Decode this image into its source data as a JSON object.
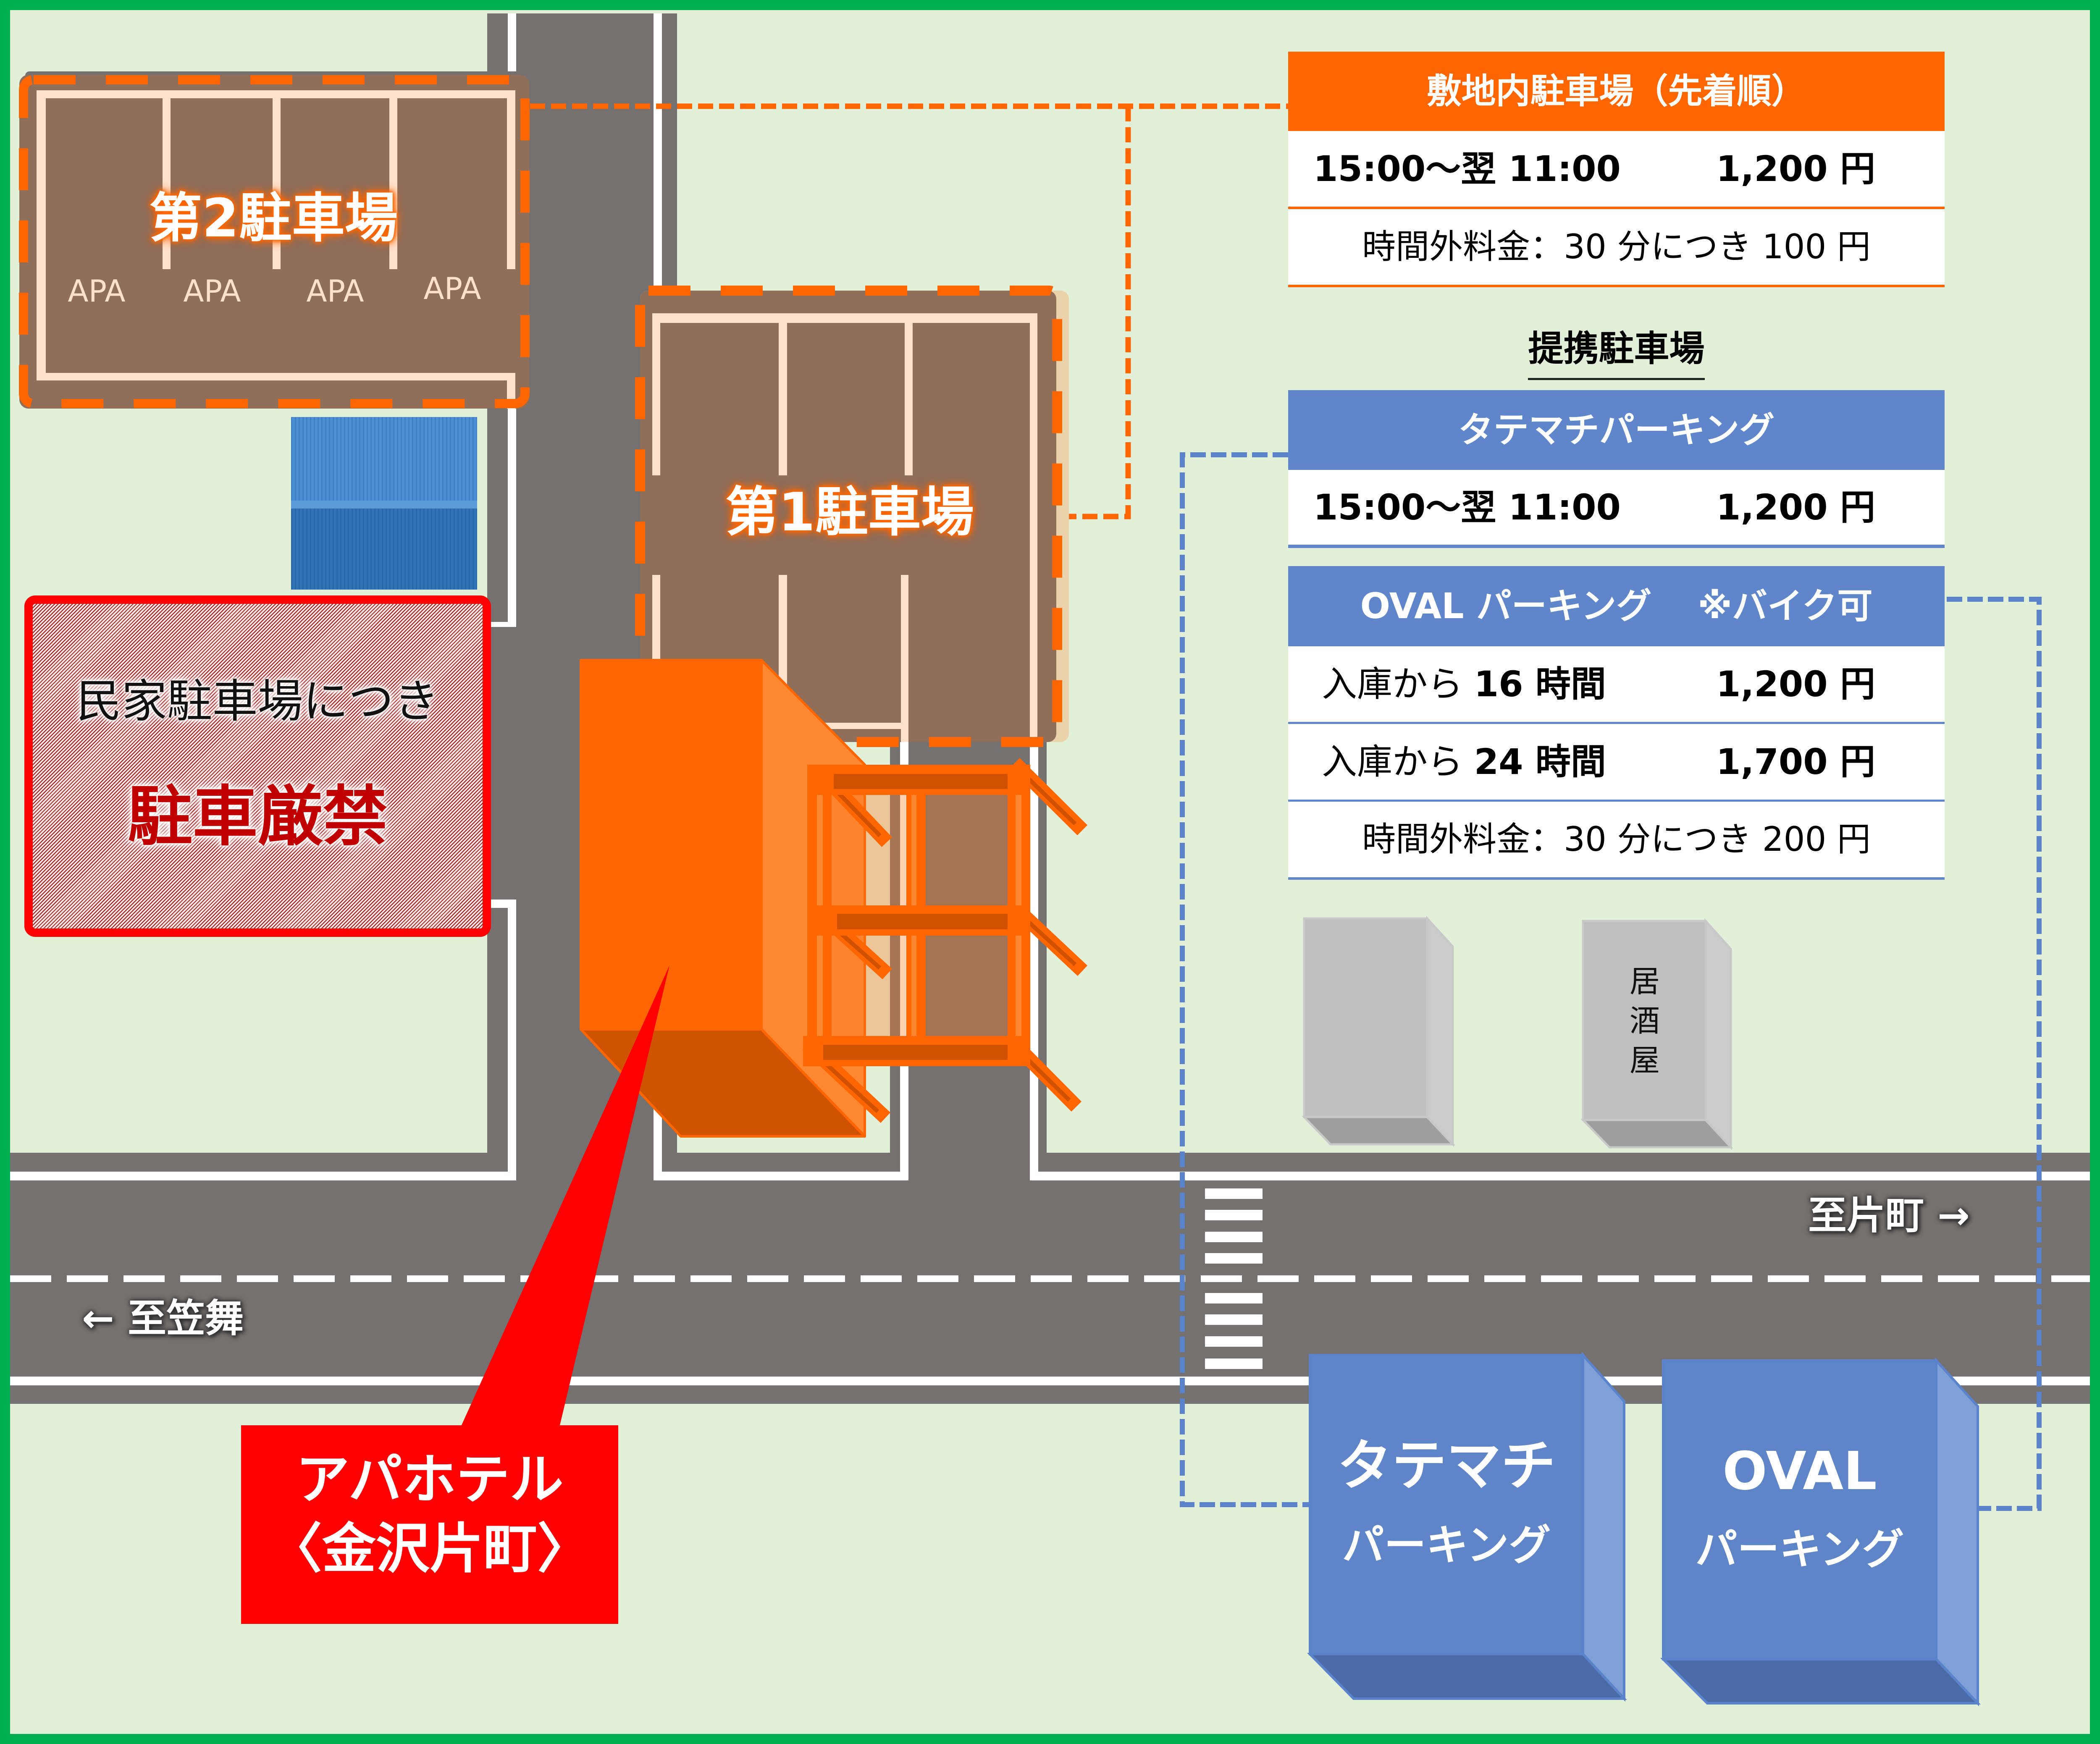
{
  "map": {
    "parking_lot_2": {
      "label": "第2駐車場",
      "spaces": [
        "APA",
        "APA",
        "APA",
        "APA"
      ]
    },
    "parking_lot_1": {
      "label": "第1駐車場"
    },
    "no_parking_zone": {
      "line1": "民家駐車場につき",
      "line2": "駐車厳禁"
    },
    "hotel": {
      "name": "アパホテル",
      "branch": "〈金沢片町〉"
    },
    "directions": {
      "to_kasamai": "← 至笠舞",
      "to_katamachi": "至片町 →"
    },
    "izakaya": {
      "chars": [
        "居",
        "酒",
        "屋"
      ]
    },
    "partner_buildings": {
      "tatemachi": {
        "line1": "タテマチ",
        "line2": "パーキング"
      },
      "oval": {
        "line1": "OVAL",
        "line2": "パーキング"
      }
    }
  },
  "onsite_parking": {
    "header": "敷地内駐車場（先着順）",
    "rate": {
      "time": "15:00～翌 11:00",
      "price": "1,200 円"
    },
    "overtime": "時間外料金：30 分につき 100 円"
  },
  "partner_parking": {
    "heading": "提携駐車場",
    "tatemachi": {
      "header": "タテマチパーキング",
      "rate": {
        "time": "15:00～翌 11:00",
        "price": "1,200 円"
      }
    },
    "oval": {
      "header_name": "OVAL パーキング",
      "header_note": "※バイク可",
      "rates": [
        {
          "prefix": "入庫から",
          "hours": "16 時間",
          "price": "1,200 円"
        },
        {
          "prefix": "入庫から",
          "hours": "24 時間",
          "price": "1,700 円"
        }
      ],
      "overtime": "時間外料金：30 分につき 200 円"
    }
  },
  "colors": {
    "border_green": "#00B050",
    "ground": "#E2EFD9",
    "road": "#767171",
    "parking_brown": "#8F6E5A",
    "parking_line": "#FFE1CC",
    "onsite_orange": "#FF6600",
    "partner_blue": "#5F86CB",
    "partner_blue_line": "#5B83CC",
    "no_parking_red": "#FF0000",
    "no_parking_text": "#C00000",
    "callout_red": "#FF0000"
  }
}
